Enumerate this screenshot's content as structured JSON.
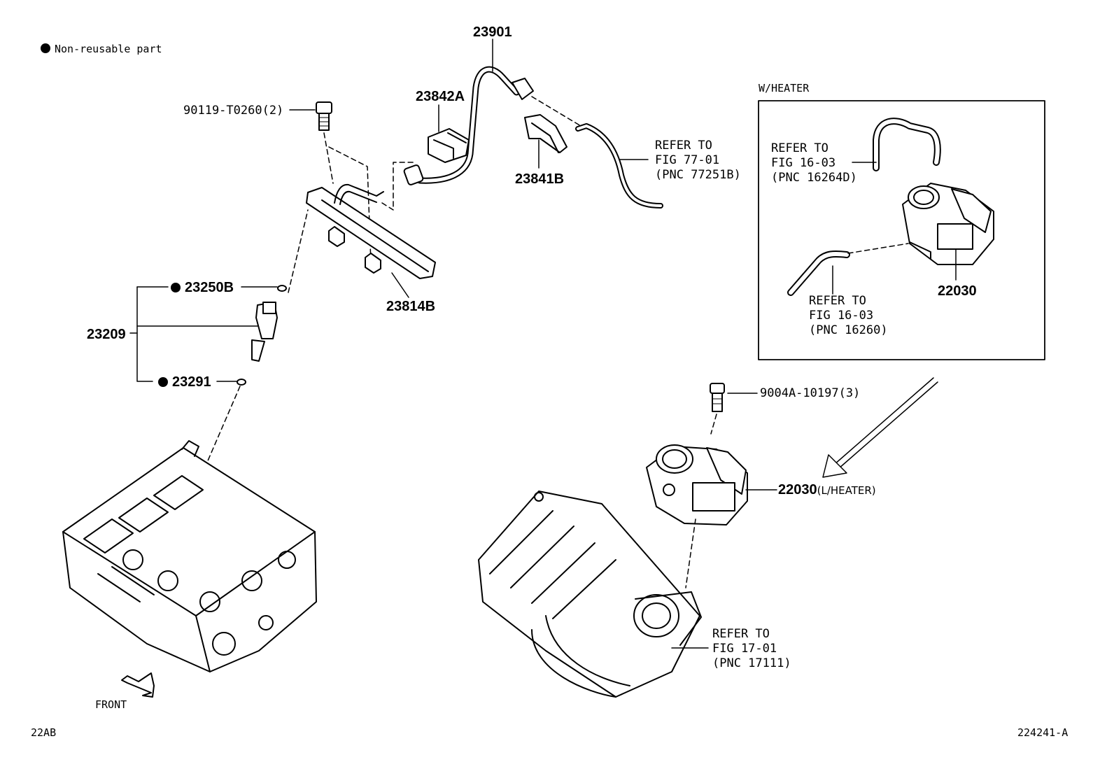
{
  "legend": {
    "text": "Non-reusable part"
  },
  "parts": {
    "p23901": "23901",
    "p23842A": "23842A",
    "p23841B": "23841B",
    "p90119": "90119-T0260(2)",
    "p23814B": "23814B",
    "p23250B": "23250B",
    "p23209": "23209",
    "p23291": "23291",
    "p22030_heater": "22030",
    "p9004A": "9004A-10197(3)",
    "p22030_main": "22030",
    "p22030_sub": "(L/HEATER)"
  },
  "refs": {
    "ref77": "REFER TO\nFIG 77-01\n(PNC 77251B)",
    "ref16264": "REFER TO\nFIG 16-03\n(PNC 16264D)",
    "ref16260": "REFER TO\nFIG 16-03\n(PNC 16260)",
    "ref17": "REFER TO\nFIG 17-01\n(PNC 17111)"
  },
  "box": {
    "title": "W/HEATER"
  },
  "front": "FRONT",
  "footer": {
    "left": "22AB",
    "right": "224241-A"
  }
}
